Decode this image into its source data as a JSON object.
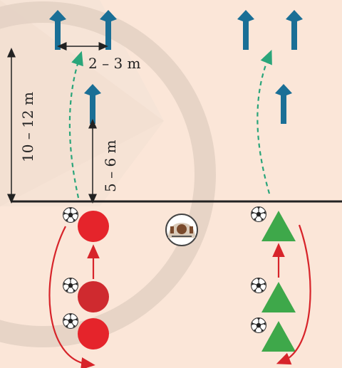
{
  "labels": {
    "spacing": "2 – 3 m",
    "run_length": "10 – 12 m",
    "cone_distance": "5 – 6 m"
  },
  "teams": [
    {
      "name": "red",
      "shape": "circle",
      "color": "#e5242b"
    },
    {
      "name": "green",
      "shape": "triangle",
      "color": "#3ea84a"
    }
  ],
  "colors": {
    "background": "#fbe6d8",
    "pole": "#1a6f96",
    "path_dashed": "#2aa57a",
    "arrow_red": "#d7242a",
    "line": "#222222"
  }
}
